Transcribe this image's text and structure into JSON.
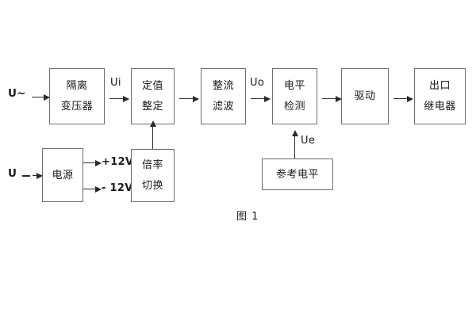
{
  "figure": {
    "caption": "图 1",
    "ink_color": "#2b2b2b",
    "box_border_color": "#6e6e6e",
    "background": "#ffffff"
  },
  "inputs": {
    "ac_source": "U~",
    "dc_source": "U"
  },
  "blocks": {
    "isolation_transformer": {
      "line1": "隔离",
      "line2": "变压器"
    },
    "setting_value": {
      "line1": "定值",
      "line2": "整定"
    },
    "rectify_filter": {
      "line1": "整流",
      "line2": "滤波"
    },
    "level_detection": {
      "line1": "电平",
      "line2": "检测"
    },
    "drive": {
      "line1": "驱动",
      "line2": ""
    },
    "output_relay": {
      "line1": "出口",
      "line2": "继电器"
    },
    "power_supply": {
      "line1": "电源",
      "line2": ""
    },
    "multiplier_switch": {
      "line1": "倍率",
      "line2": "切换"
    },
    "reference_level": {
      "line1": "参考电平",
      "line2": ""
    }
  },
  "signals": {
    "ui": "Ui",
    "uo": "Uo",
    "ue": "Ue",
    "rail_positive": "+12V",
    "rail_negative": "- 12V"
  }
}
